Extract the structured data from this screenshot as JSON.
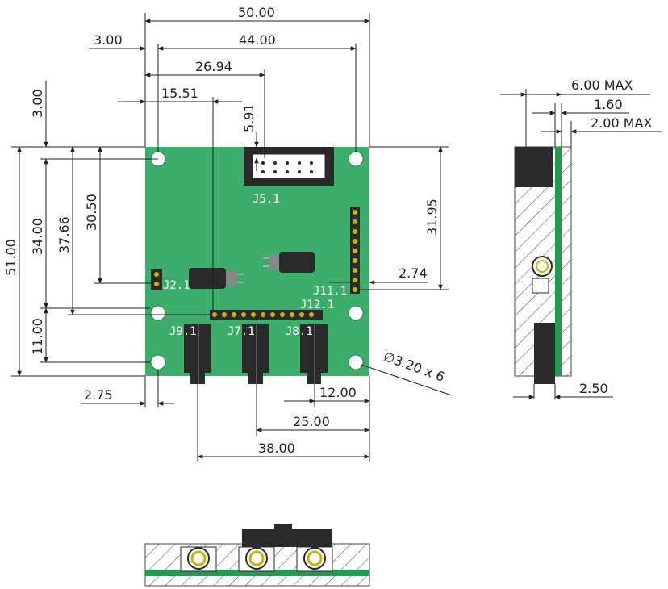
{
  "dimensions": {
    "width_50": "50.00",
    "width_44": "44.00",
    "offset_3_left": "3.00",
    "j5_x": "26.94",
    "j2_x": "15.51",
    "j5_y": "5.91",
    "top_3": "3.00",
    "height_51": "51.00",
    "height_34": "34.00",
    "height_37": "37.66",
    "height_30": "30.50",
    "height_11": "11.00",
    "right_31": "31.95",
    "right_2_74": "2.74",
    "bottom_2_75": "2.75",
    "bottom_12": "12.00",
    "bottom_25": "25.00",
    "bottom_38": "38.00",
    "hole_note": "∅3.20 x 6",
    "side_6_max": "6.00 MAX",
    "side_1_60": "1.60",
    "side_2_max": "2.00 MAX",
    "side_2_50": "2.50"
  },
  "connectors": {
    "j5": "J5.1",
    "j2": "J2.1",
    "j11": "J11.1",
    "j12": "J12.1",
    "j9": "J9.1",
    "j7": "J7.1",
    "j8": "J8.1"
  },
  "colors": {
    "pcb": "#3cad6a",
    "pcb_dark": "#1f9c4e",
    "component": "#2a2a2a",
    "hatch": "#444444",
    "gold": "#c9b400"
  }
}
